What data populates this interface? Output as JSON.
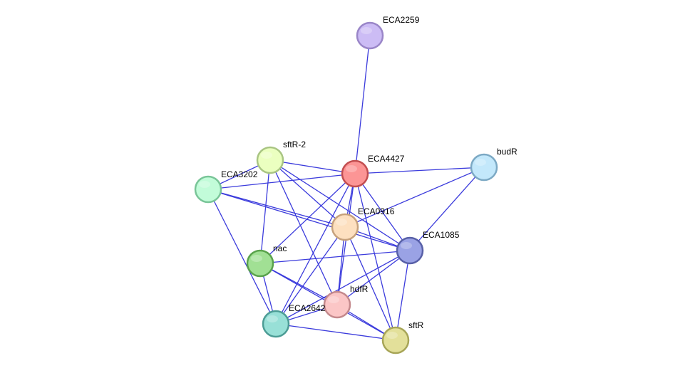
{
  "network": {
    "edge_color": "#3b3bdc",
    "nodes": [
      {
        "id": "ECA2259",
        "label": "ECA2259",
        "fill": "#ccbcf5",
        "stroke": "#9a86c8"
      },
      {
        "id": "ECA4427",
        "label": "ECA4427",
        "fill": "#fc9595",
        "stroke": "#c24e50"
      },
      {
        "id": "sftR-2",
        "label": "sftR-2",
        "fill": "#ebffc0",
        "stroke": "#a9c583"
      },
      {
        "id": "ECA3202",
        "label": "ECA3202",
        "fill": "#c2fcd9",
        "stroke": "#79c598"
      },
      {
        "id": "budR",
        "label": "budR",
        "fill": "#c3e8fb",
        "stroke": "#7ca9c4"
      },
      {
        "id": "ECA0916",
        "label": "ECA0916",
        "fill": "#fde0c0",
        "stroke": "#c6a17c"
      },
      {
        "id": "ECA1085",
        "label": "ECA1085",
        "fill": "#9aa2e5",
        "stroke": "#5860a7"
      },
      {
        "id": "nac",
        "label": "nac",
        "fill": "#a1e094",
        "stroke": "#5aa24c"
      },
      {
        "id": "hdfR",
        "label": "hdfR",
        "fill": "#fbc6c6",
        "stroke": "#c4898c"
      },
      {
        "id": "ECA2642",
        "label": "ECA2642",
        "fill": "#98e0d7",
        "stroke": "#4c9c95"
      },
      {
        "id": "sftR",
        "label": "sftR",
        "fill": "#e3e09a",
        "stroke": "#a7a557"
      }
    ],
    "edges": [
      [
        "ECA2259",
        "ECA4427"
      ],
      [
        "ECA4427",
        "sftR-2"
      ],
      [
        "ECA4427",
        "ECA3202"
      ],
      [
        "ECA4427",
        "budR"
      ],
      [
        "ECA4427",
        "ECA0916"
      ],
      [
        "ECA4427",
        "ECA1085"
      ],
      [
        "ECA4427",
        "nac"
      ],
      [
        "ECA4427",
        "hdfR"
      ],
      [
        "ECA4427",
        "ECA2642"
      ],
      [
        "ECA4427",
        "sftR"
      ],
      [
        "sftR-2",
        "ECA3202"
      ],
      [
        "sftR-2",
        "ECA0916"
      ],
      [
        "sftR-2",
        "ECA1085"
      ],
      [
        "sftR-2",
        "nac"
      ],
      [
        "sftR-2",
        "hdfR"
      ],
      [
        "ECA3202",
        "ECA0916"
      ],
      [
        "ECA3202",
        "ECA1085"
      ],
      [
        "ECA3202",
        "ECA2642"
      ],
      [
        "budR",
        "ECA0916"
      ],
      [
        "budR",
        "ECA1085"
      ],
      [
        "ECA0916",
        "ECA1085"
      ],
      [
        "ECA0916",
        "hdfR"
      ],
      [
        "ECA0916",
        "ECA2642"
      ],
      [
        "ECA0916",
        "sftR"
      ],
      [
        "ECA1085",
        "nac"
      ],
      [
        "ECA1085",
        "hdfR"
      ],
      [
        "ECA1085",
        "ECA2642"
      ],
      [
        "ECA1085",
        "sftR"
      ],
      [
        "nac",
        "hdfR"
      ],
      [
        "nac",
        "ECA2642"
      ],
      [
        "nac",
        "sftR"
      ],
      [
        "hdfR",
        "ECA2642"
      ],
      [
        "hdfR",
        "sftR"
      ],
      [
        "ECA2642",
        "sftR"
      ]
    ]
  }
}
